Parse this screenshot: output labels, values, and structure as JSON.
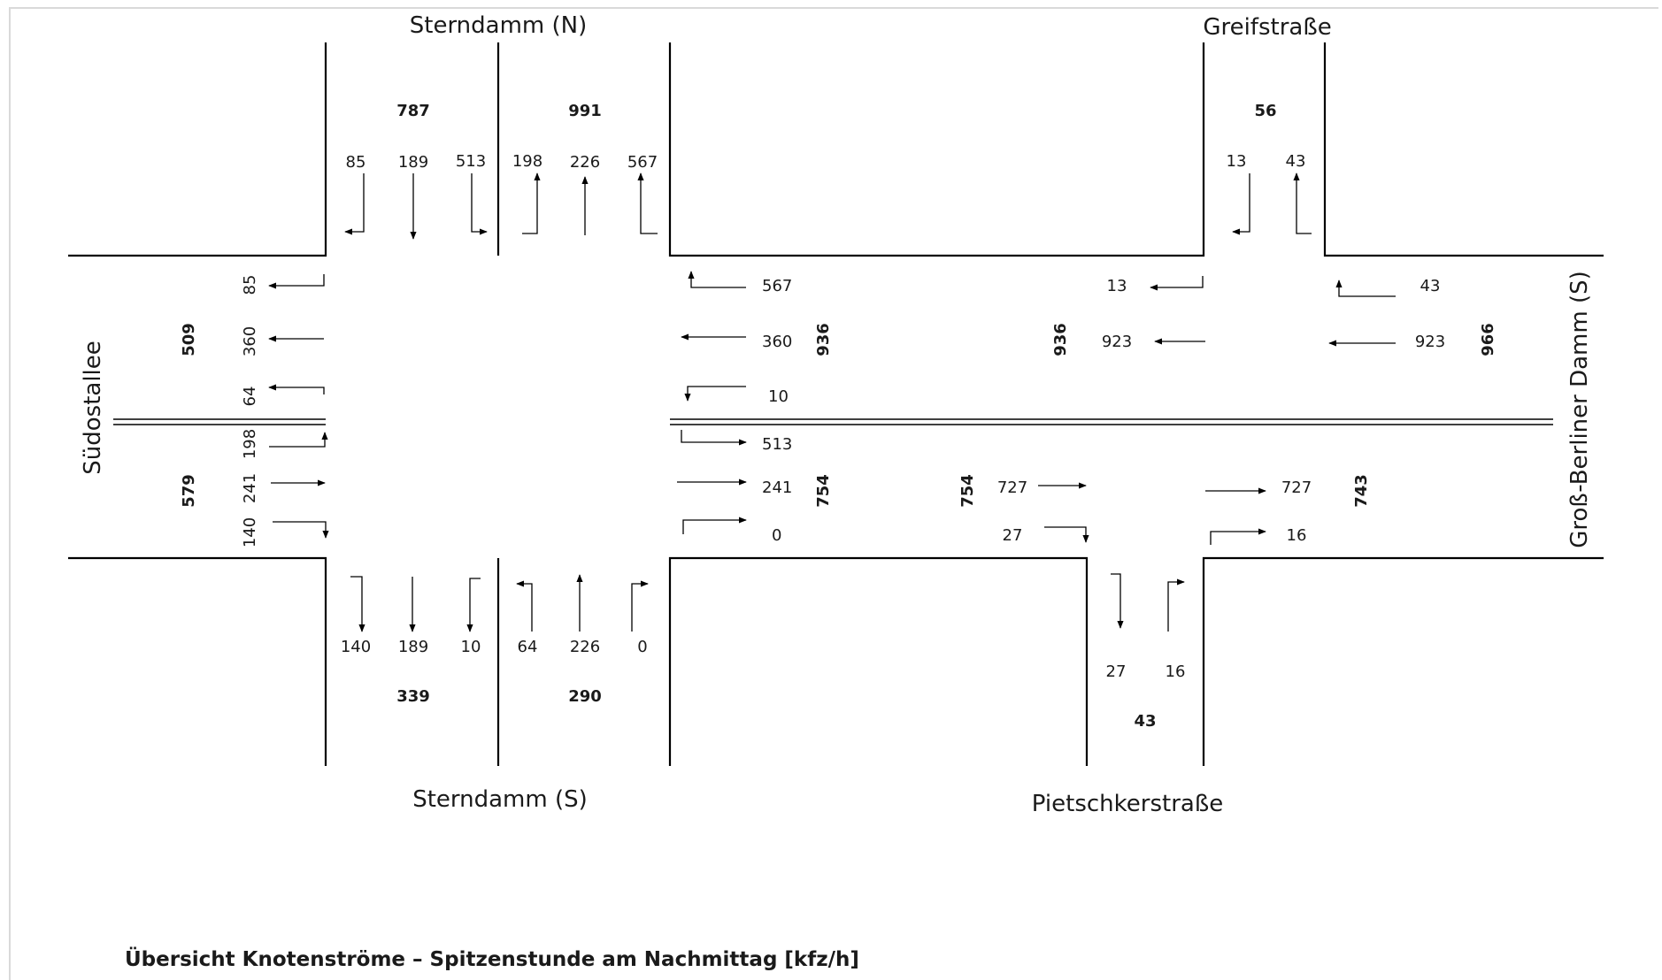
{
  "streets": {
    "sterndamm_n": "Sterndamm (N)",
    "sterndamm_s": "Sterndamm (S)",
    "greifstrasse": "Greifstraße",
    "suedostallee": "Südostallee",
    "gross_berliner_damm": "Groß-Berliner Damm (S)",
    "pietschkerstrasse": "Pietschkerstraße"
  },
  "caption": "Übersicht Knotenströme – Spitzenstunde am Nachmittag [kfz/h]",
  "sterndamm_n": {
    "total_in": "787",
    "total_out": "991",
    "in": [
      "85",
      "189",
      "513"
    ],
    "out": [
      "198",
      "226",
      "567"
    ]
  },
  "sterndamm_s": {
    "total_out": "339",
    "total_in": "290",
    "out": [
      "140",
      "189",
      "10"
    ],
    "in": [
      "64",
      "226",
      "0"
    ]
  },
  "suedostallee": {
    "total_out": "509",
    "total_in": "579",
    "out": [
      "85",
      "360",
      "64"
    ],
    "in": [
      "198",
      "241",
      "140"
    ]
  },
  "east_of_sterndamm": {
    "total_in": "936",
    "total_out": "754",
    "in": [
      "567",
      "360",
      "10"
    ],
    "out": [
      "513",
      "241",
      "0"
    ]
  },
  "west_of_greif": {
    "total_out": "936",
    "total_in": "754",
    "out": [
      "13",
      "923"
    ],
    "in": [
      "727",
      "27"
    ]
  },
  "greifstrasse": {
    "total": "56",
    "flows": [
      "13",
      "43"
    ]
  },
  "gross_berliner_damm": {
    "total_in": "966",
    "total_out": "743",
    "in": [
      "43",
      "923"
    ],
    "out": [
      "727",
      "16"
    ]
  },
  "pietschkerstrasse": {
    "total": "43",
    "flows": [
      "27",
      "16"
    ]
  }
}
